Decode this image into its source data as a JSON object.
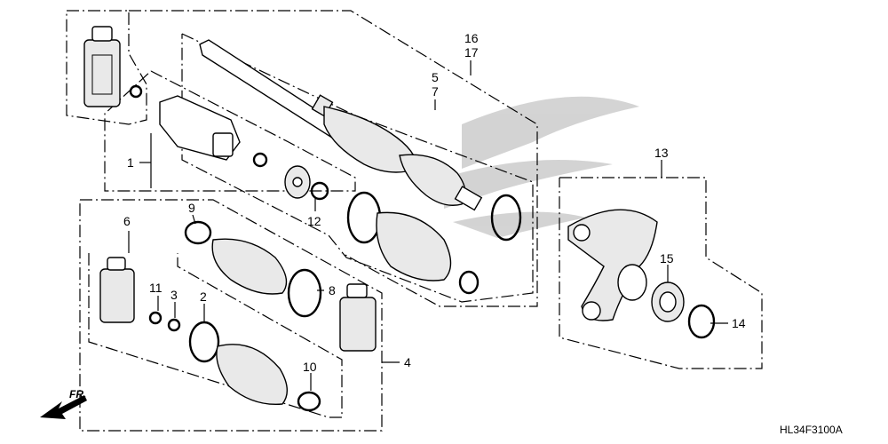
{
  "callouts": [
    "1",
    "2",
    "3",
    "4",
    "5",
    "6",
    "7",
    "8",
    "9",
    "10",
    "11",
    "12",
    "13",
    "14",
    "15",
    "16",
    "17"
  ],
  "direction_label": "FR.",
  "diagram_code": "HL34F3100A"
}
